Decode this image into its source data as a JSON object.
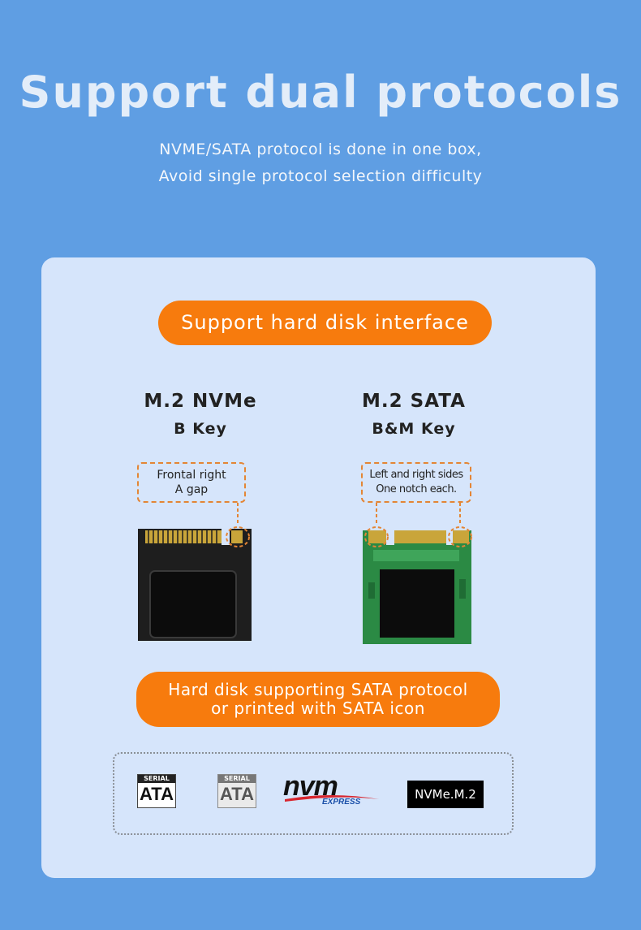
{
  "header": {
    "title": "Support dual protocols",
    "subtitle_line1": "NVME/SATA protocol is done in one box,",
    "subtitle_line2": "Avoid single protocol selection difficulty"
  },
  "card": {
    "interface_pill": "Support hard disk interface",
    "nvme": {
      "title": "M.2 NVMe",
      "key": "B Key",
      "callout_line1": "Frontal right",
      "callout_line2": "A gap"
    },
    "sata": {
      "title": "M.2 SATA",
      "key": "B&M Key",
      "callout_line1": "Left and right sides",
      "callout_line2": "One notch each."
    },
    "protocol_pill_line1": "Hard disk supporting SATA protocol",
    "protocol_pill_line2": "or printed with SATA icon",
    "badges": {
      "serial_ata_1_top": "SERIAL",
      "serial_ata_1_main": "ATA",
      "serial_ata_2_top": "SERIAL",
      "serial_ata_2_main": "ATA",
      "nvm_main": "nvm",
      "nvm_sub": "EXPRESS",
      "nvme_m2": "NVMe.M.2"
    }
  },
  "colors": {
    "background": "#5f9ee3",
    "card": "#d6e5fb",
    "accent_orange": "#f77b0d"
  }
}
